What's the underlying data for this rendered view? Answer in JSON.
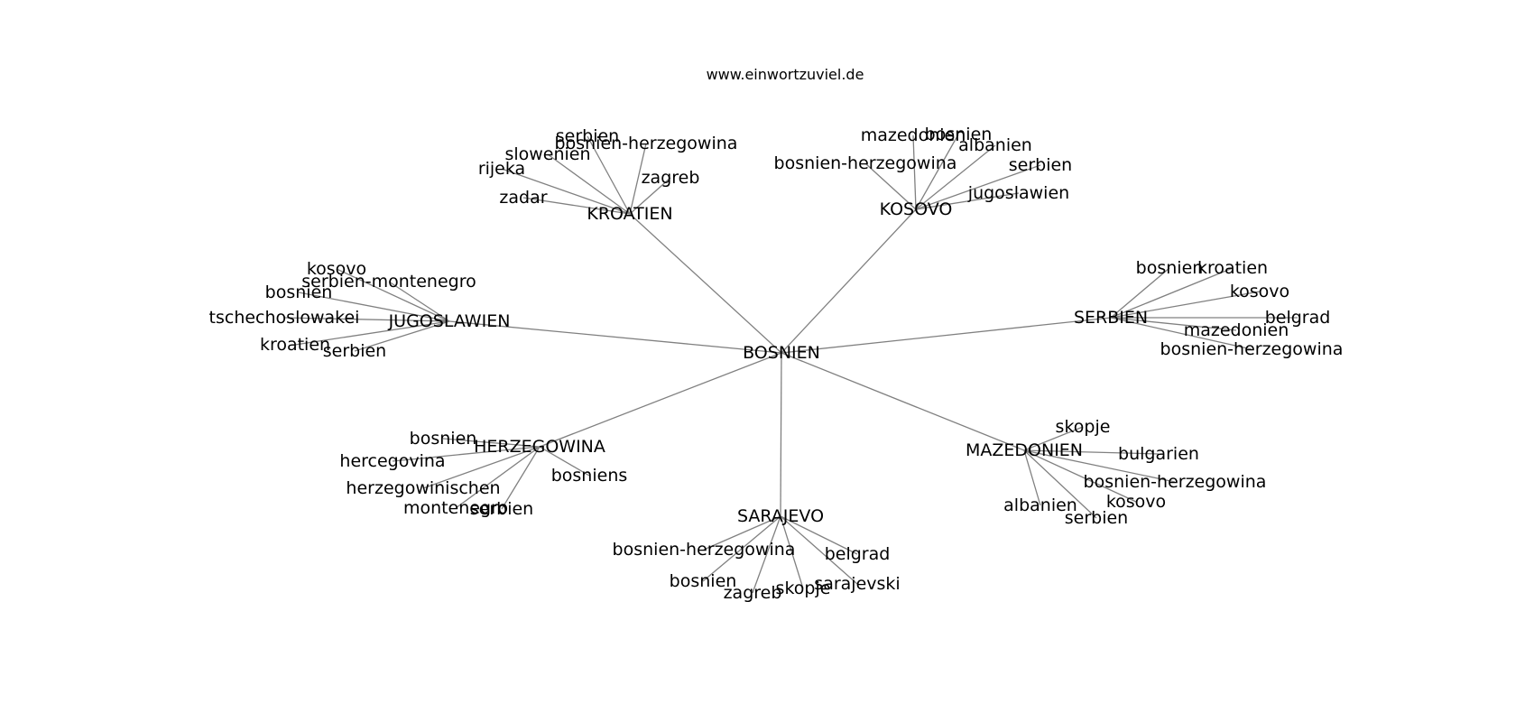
{
  "header": {
    "site": "www.einwortzuviel.de"
  },
  "colors": {
    "edge": "#808080",
    "text": "#000000",
    "background": "#ffffff"
  },
  "graph": {
    "center": "BOSNIEN",
    "hubs": [
      {
        "label": "KROATIEN",
        "neighbors": [
          "serbien",
          "bosnien-herzegowina",
          "slowenien",
          "rijeka",
          "zagreb",
          "zadar"
        ]
      },
      {
        "label": "KOSOVO",
        "neighbors": [
          "mazedonien",
          "bosnien",
          "albanien",
          "bosnien-herzegowina",
          "serbien",
          "jugoslawien"
        ]
      },
      {
        "label": "JUGOSLAWIEN",
        "neighbors": [
          "kosovo",
          "serbien-montenegro",
          "bosnien",
          "tschechoslowakei",
          "kroatien",
          "serbien"
        ]
      },
      {
        "label": "SERBIEN",
        "neighbors": [
          "bosnien",
          "kroatien",
          "kosovo",
          "belgrad",
          "mazedonien",
          "bosnien-herzegowina"
        ]
      },
      {
        "label": "HERZEGOWINA",
        "neighbors": [
          "bosnien",
          "hercegovina",
          "bosniens",
          "herzegowinischen",
          "montenegro",
          "serbien"
        ]
      },
      {
        "label": "MAZEDONIEN",
        "neighbors": [
          "skopje",
          "bulgarien",
          "bosnien-herzegowina",
          "kosovo",
          "albanien",
          "serbien"
        ]
      },
      {
        "label": "SARAJEVO",
        "neighbors": [
          "bosnien-herzegowina",
          "belgrad",
          "bosnien",
          "sarajevski",
          "skopje",
          "zagreb"
        ]
      }
    ]
  }
}
